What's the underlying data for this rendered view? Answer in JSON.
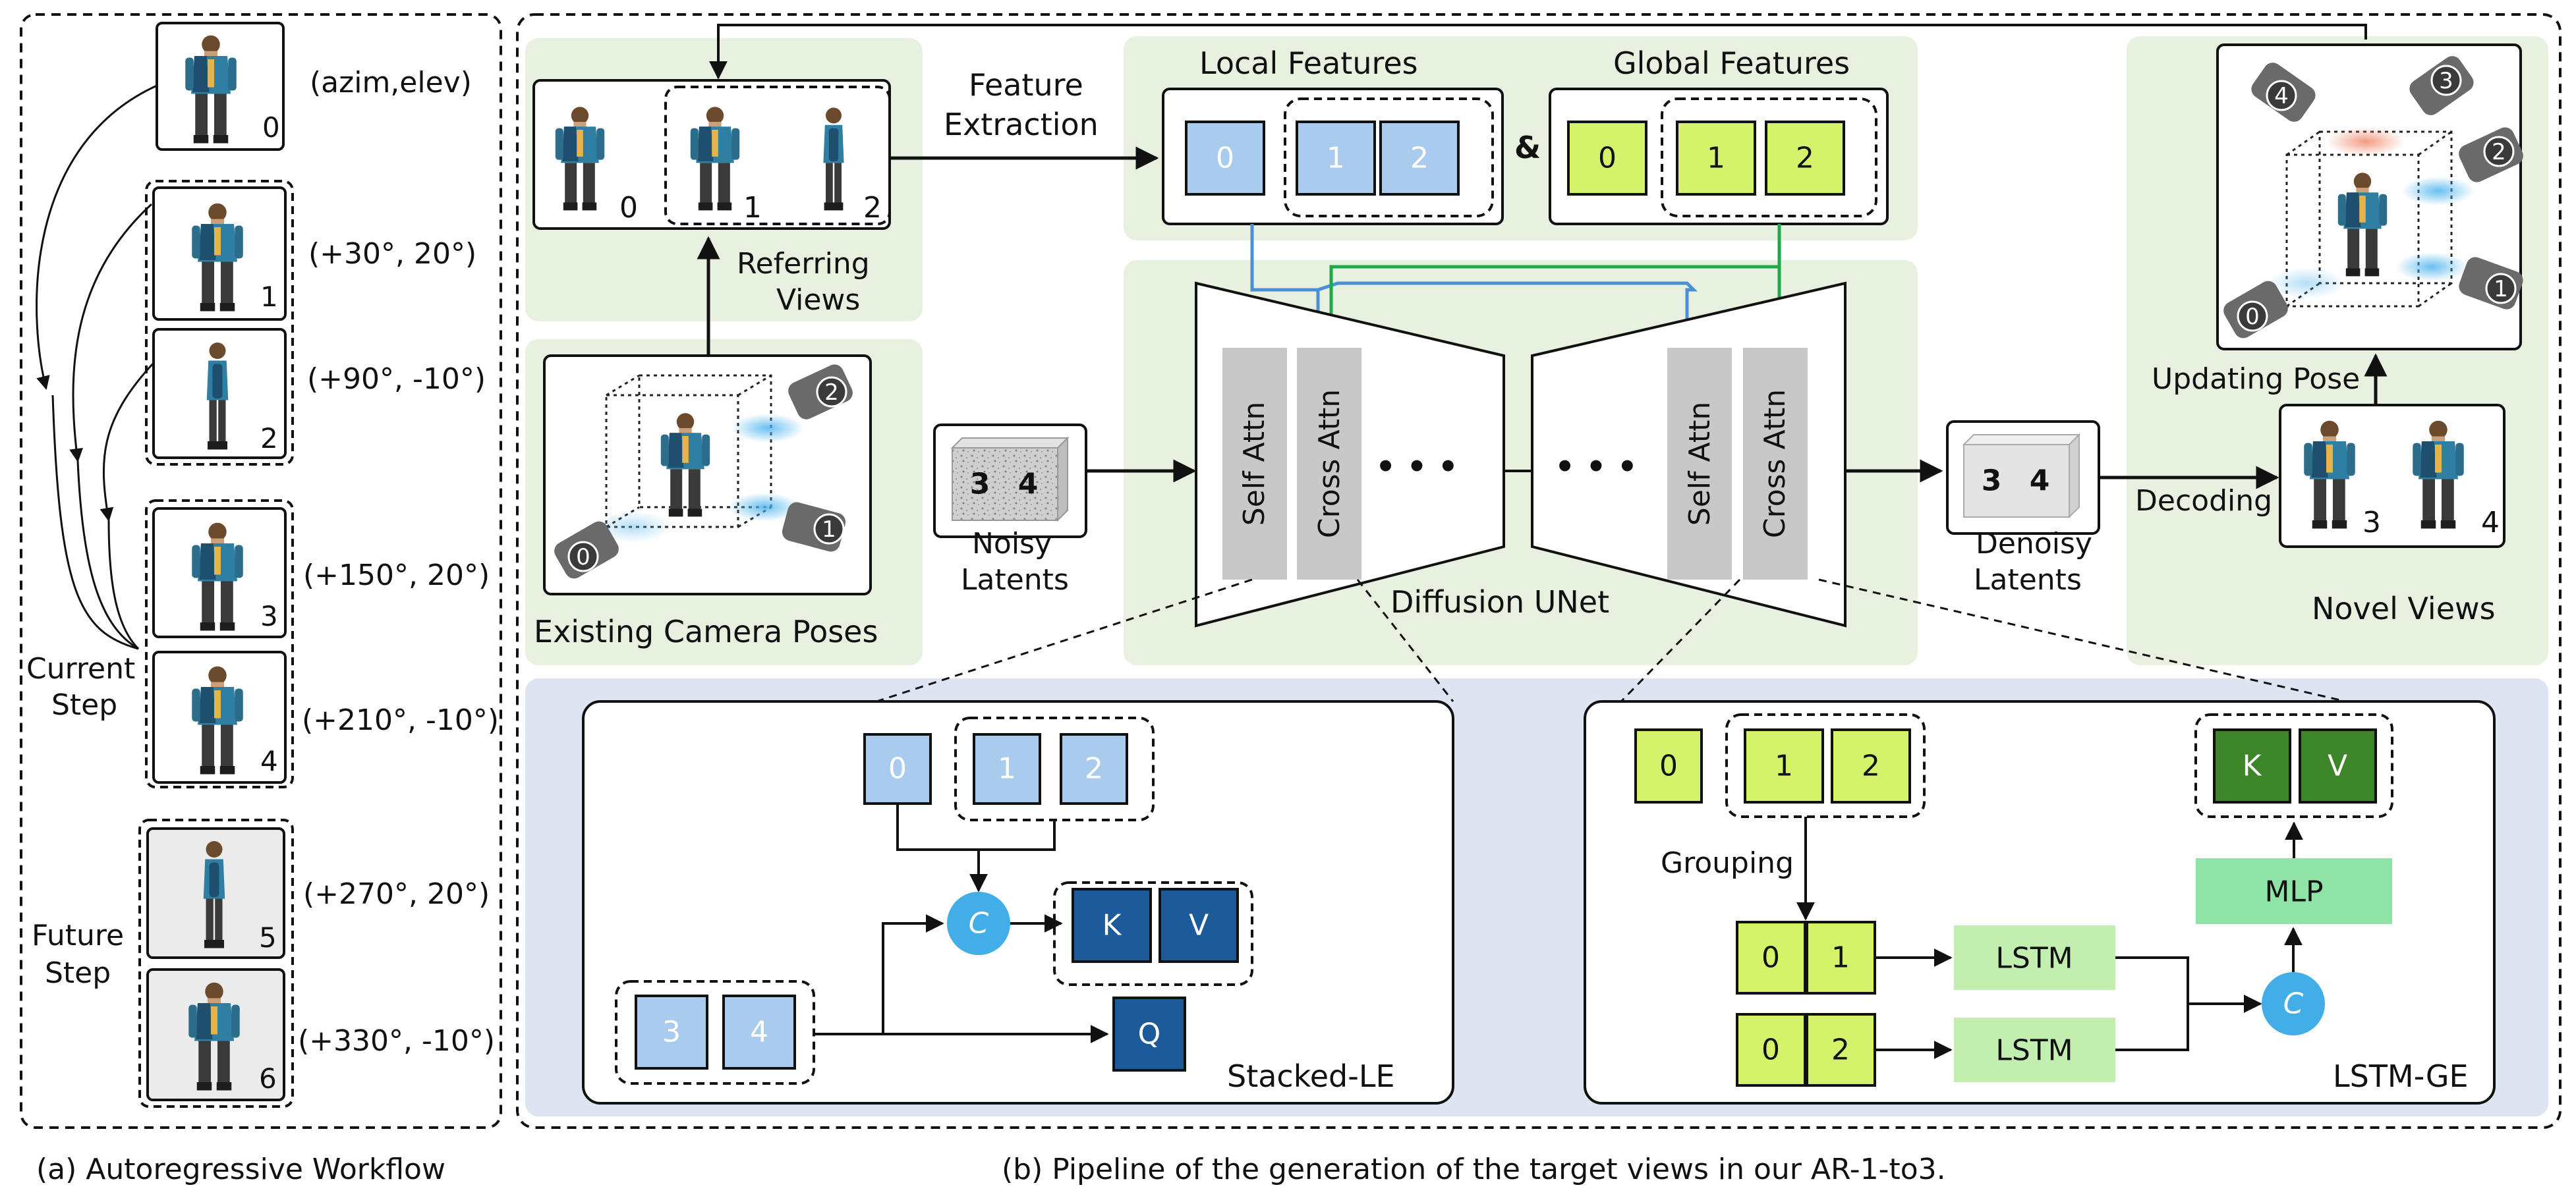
{
  "colors": {
    "green_panel": "#e8f1e0",
    "blue_panel": "#dde5f3",
    "local_light": "#a9ccee",
    "local_dark": "#1c5a99",
    "global_light": "#d4f26a",
    "global_dark": "#3c8528",
    "mlp": "#8fe3a6",
    "lstm": "#c2efb0",
    "concat": "#41aee8",
    "arrow_blue": "#4a90d9",
    "arrow_green": "#1fa84a",
    "gray_block": "#c8c8c8"
  },
  "left_panel": {
    "caption": "(a) Autoregressive Workflow",
    "views": [
      {
        "index": "0",
        "pose": "(azim,elev)"
      },
      {
        "index": "1",
        "pose": "(+30°, 20°)"
      },
      {
        "index": "2",
        "pose": "(+90°, -10°)"
      },
      {
        "index": "3",
        "pose": "(+150°, 20°)"
      },
      {
        "index": "4",
        "pose": "(+210°, -10°)"
      },
      {
        "index": "5",
        "pose": "(+270°, 20°)"
      },
      {
        "index": "6",
        "pose": "(+330°, -10°)"
      }
    ],
    "current_step": [
      "Current",
      "Step"
    ],
    "future_step": [
      "Future",
      "Step"
    ]
  },
  "right_panel": {
    "caption": "(b) Pipeline of the generation of the target views in our AR-1-to3.",
    "referring_views": {
      "label": [
        "Referring",
        "Views"
      ],
      "indices": [
        "0",
        "1",
        "2"
      ]
    },
    "existing_poses": {
      "label": "Existing Camera Poses",
      "cams": [
        "0",
        "1",
        "2"
      ]
    },
    "feature_extraction": [
      "Feature",
      "Extraction"
    ],
    "local_features": {
      "title": "Local Features",
      "items": [
        "0",
        "1",
        "2"
      ]
    },
    "global_features": {
      "title": "Global Features",
      "items": [
        "0",
        "1",
        "2"
      ]
    },
    "ampersand": "&",
    "noisy_latents": {
      "label": [
        "Noisy",
        "Latents"
      ],
      "items": [
        "3",
        "4"
      ]
    },
    "unet": {
      "label": "Diffusion UNet",
      "self_attn": "Self Attn",
      "cross_attn": "Cross Attn",
      "ellipsis": "• • •"
    },
    "denoisy_latents": {
      "label": [
        "Denoisy",
        "Latents"
      ],
      "items": [
        "3",
        "4"
      ]
    },
    "decoding": "Decoding",
    "novel_views": {
      "label": "Novel Views",
      "indices": [
        "3",
        "4"
      ]
    },
    "updating_pose": {
      "label": "Updating Pose",
      "cams": [
        "0",
        "1",
        "2",
        "3",
        "4"
      ]
    },
    "stacked_le": {
      "label": "Stacked-LE",
      "ref_items": [
        "0",
        "1",
        "2"
      ],
      "lat_items": [
        "3",
        "4"
      ],
      "concat": "C",
      "k": "K",
      "v": "V",
      "q": "Q"
    },
    "lstm_ge": {
      "label": "LSTM-GE",
      "items": [
        "0",
        "1",
        "2"
      ],
      "grouping": "Grouping",
      "pair1": [
        "0",
        "1"
      ],
      "pair2": [
        "0",
        "2"
      ],
      "lstm": "LSTM",
      "mlp": "MLP",
      "concat": "C",
      "k": "K",
      "v": "V"
    }
  }
}
